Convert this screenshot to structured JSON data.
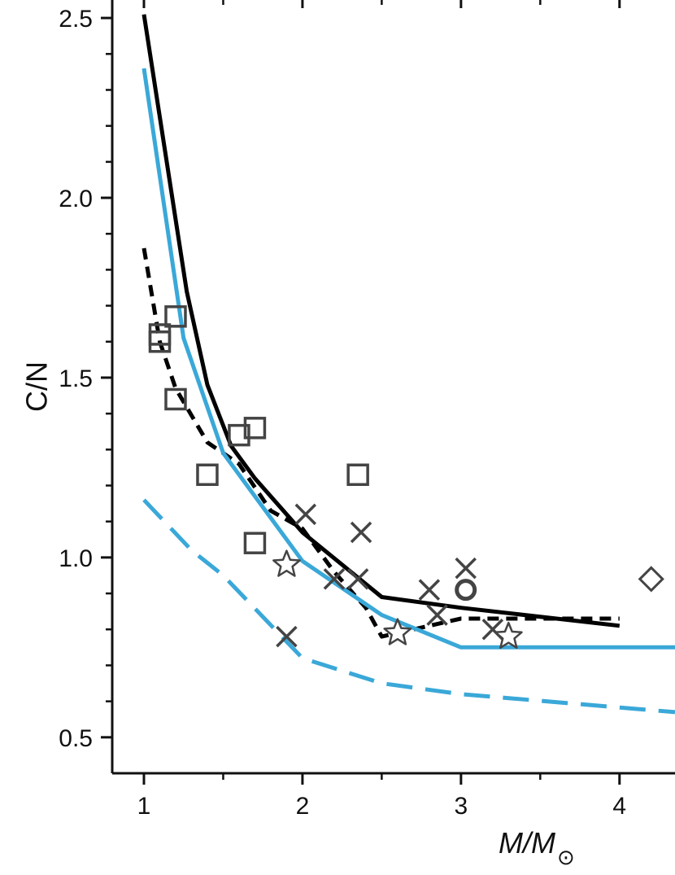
{
  "chart_data": {
    "type": "line",
    "xlabel": "M/M",
    "xlabel_subscript": "⊙",
    "ylabel": "C/N",
    "xlim": [
      0.8,
      4.35
    ],
    "ylim": [
      0.4,
      2.55
    ],
    "x_ticks": [
      1,
      2,
      3,
      4
    ],
    "y_ticks": [
      0.5,
      1.0,
      1.5,
      2.0,
      2.5
    ],
    "x_tick_labels": [
      "1",
      "2",
      "3",
      "4"
    ],
    "y_tick_labels": [
      "0.5",
      "1.0",
      "1.5",
      "2.0",
      "2.5"
    ],
    "grid": false,
    "legend": "none",
    "series": [
      {
        "style": "solid",
        "color": "#000000",
        "points": [
          [
            1.0,
            2.51
          ],
          [
            1.27,
            1.74
          ],
          [
            1.4,
            1.48
          ],
          [
            1.55,
            1.31
          ],
          [
            1.7,
            1.22
          ],
          [
            2.0,
            1.07
          ],
          [
            2.5,
            0.89
          ],
          [
            3.0,
            0.86
          ],
          [
            4.0,
            0.81
          ]
        ]
      },
      {
        "style": "dashed-short",
        "color": "#000000",
        "points": [
          [
            1.0,
            1.86
          ],
          [
            1.1,
            1.6
          ],
          [
            1.2,
            1.47
          ],
          [
            1.4,
            1.32
          ],
          [
            1.6,
            1.26
          ],
          [
            1.8,
            1.13
          ],
          [
            2.0,
            1.08
          ],
          [
            2.2,
            0.96
          ],
          [
            2.4,
            0.86
          ],
          [
            2.5,
            0.78
          ],
          [
            2.7,
            0.8
          ],
          [
            3.0,
            0.83
          ],
          [
            4.0,
            0.83
          ]
        ]
      },
      {
        "style": "solid",
        "color": "#3aa8d8",
        "points": [
          [
            1.0,
            2.36
          ],
          [
            1.25,
            1.61
          ],
          [
            1.5,
            1.29
          ],
          [
            2.0,
            0.99
          ],
          [
            2.5,
            0.84
          ],
          [
            3.0,
            0.75
          ],
          [
            4.35,
            0.75
          ]
        ]
      },
      {
        "style": "dashed-long",
        "color": "#3aa8d8",
        "points": [
          [
            1.0,
            1.16
          ],
          [
            1.3,
            1.02
          ],
          [
            1.5,
            0.95
          ],
          [
            2.0,
            0.72
          ],
          [
            2.5,
            0.65
          ],
          [
            3.0,
            0.62
          ],
          [
            4.35,
            0.57
          ]
        ]
      }
    ],
    "markers": {
      "square": [
        [
          1.1,
          1.62
        ],
        [
          1.1,
          1.6
        ],
        [
          1.2,
          1.67
        ],
        [
          1.2,
          1.44
        ],
        [
          1.4,
          1.23
        ],
        [
          1.6,
          1.34
        ],
        [
          1.7,
          1.36
        ],
        [
          1.7,
          1.04
        ],
        [
          2.35,
          1.23
        ]
      ],
      "x": [
        [
          2.02,
          1.12
        ],
        [
          2.37,
          1.07
        ],
        [
          2.2,
          0.94
        ],
        [
          2.35,
          0.94
        ],
        [
          1.9,
          0.78
        ],
        [
          2.8,
          0.91
        ],
        [
          2.85,
          0.84
        ],
        [
          3.03,
          0.97
        ],
        [
          3.2,
          0.8
        ]
      ],
      "star": [
        [
          1.9,
          0.98
        ],
        [
          2.6,
          0.79
        ],
        [
          3.3,
          0.78
        ]
      ],
      "circle": [
        [
          3.03,
          0.91
        ]
      ],
      "diamond": [
        [
          4.2,
          0.94
        ]
      ]
    },
    "marker_color": "#444444"
  }
}
